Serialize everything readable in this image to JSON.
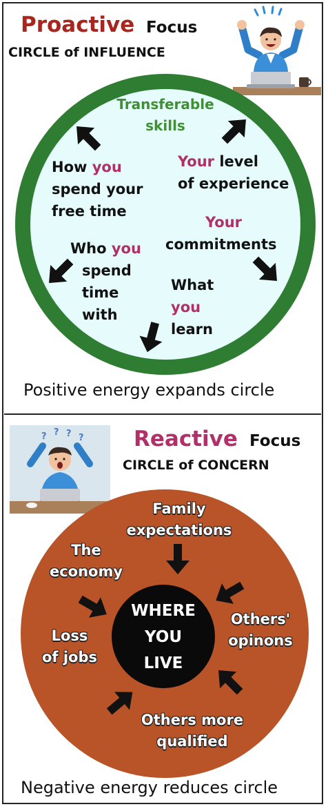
{
  "colors": {
    "proactive_title": "#a8261e",
    "reactive_title": "#b0306a",
    "influence_ring": "#2e7d32",
    "influence_fill": "#e6fbfb",
    "concern_fill": "#b85427",
    "accent": "#b0306a",
    "green_text": "#3f8f34"
  },
  "top": {
    "title_word": "Proactive",
    "title_focus": "Focus",
    "subtitle": "CIRCLE of INFLUENCE",
    "items": {
      "transferable": [
        "Transferable",
        "skills"
      ],
      "free_time": {
        "line1_pre": "How ",
        "line1_accent": "you",
        "line2": "spend your",
        "line3": "free time"
      },
      "experience": {
        "line1_accent": "Your",
        "line1_post": " level",
        "line2": "of experience"
      },
      "commitments": {
        "line1_accent": "Your",
        "line2": "commitments"
      },
      "who_with": {
        "line1_pre": "Who ",
        "line1_accent": "you",
        "line2": "spend",
        "line3": "time",
        "line4": "with"
      },
      "learn": {
        "line1": "What",
        "line2_accent": "you",
        "line3": "learn"
      }
    },
    "caption": "Positive energy expands circle",
    "arrow_icon": "arrow-outward-icon"
  },
  "bottom": {
    "title_word": "Reactive",
    "title_focus": "Focus",
    "subtitle": "CIRCLE of CONCERN",
    "center": [
      "WHERE",
      "YOU",
      "LIVE"
    ],
    "items": {
      "family": [
        "Family",
        "expectations"
      ],
      "economy": [
        "The",
        "economy"
      ],
      "opinions": [
        "Others'",
        "opinons"
      ],
      "jobs": [
        "Loss",
        "of jobs"
      ],
      "qualified": [
        "Others more",
        "qualified"
      ]
    },
    "caption": "Negative energy reduces circle",
    "arrow_icon": "arrow-inward-icon"
  }
}
